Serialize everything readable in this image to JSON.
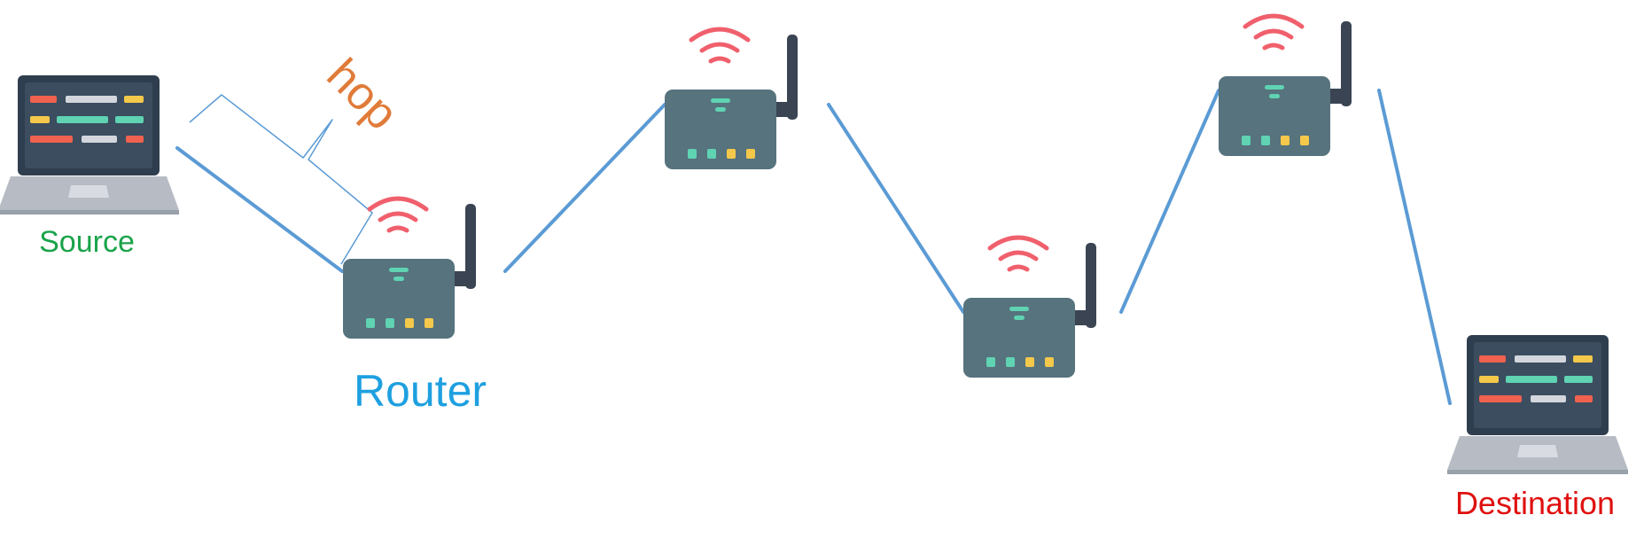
{
  "labels": {
    "source": "Source",
    "router": "Router",
    "destination": "Destination",
    "hop": "hop"
  },
  "colors": {
    "source_label": "#1aa34a",
    "router_label": "#1ea0e0",
    "destination_label": "#e01010",
    "hop_label": "#e07b39",
    "link": "#5b9bd5",
    "brace": "#5b9bd5",
    "router_body": "#56737e",
    "antenna": "#3a4453",
    "wifi": "#f0606c",
    "led_teal": "#5fd3b2",
    "led_yellow": "#f4c84a",
    "laptop_screen": "#2f3e4e",
    "laptop_panel": "#3b4d5f",
    "laptop_base": "#b7bcc4"
  },
  "icons": {
    "laptop": "laptop-icon",
    "router": "wifi-router-icon",
    "wifi": "wifi-signal-icon",
    "brace": "curly-brace-icon"
  }
}
